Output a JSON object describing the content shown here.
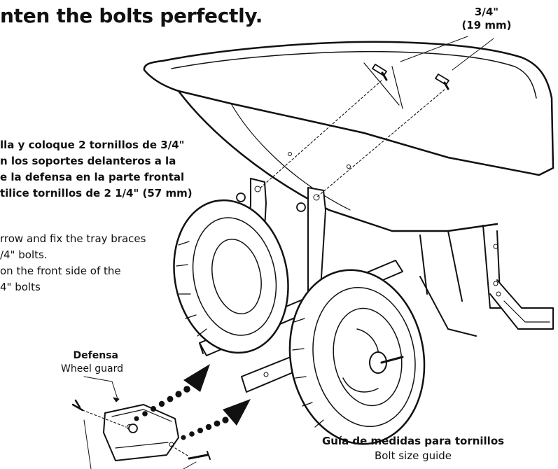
{
  "heading": "nten the bolts perfectly.",
  "bolt_size": {
    "imperial": "3/4\"",
    "metric": "(19 mm)"
  },
  "instructions_es": [
    "lla y coloque 2 tornillos de 3/4\"",
    "n los soportes delanteros a la",
    "e la defensa en la parte frontal",
    "tilice tornillos de 2 1/4\" (57 mm)"
  ],
  "instructions_en": [
    "rrow and fix the tray braces",
    "/4\" bolts.",
    "on the front side of the",
    "4\" bolts"
  ],
  "wheel_guard": {
    "label_es": "Defensa",
    "label_en": "Wheel guard"
  },
  "bolt_guide": {
    "label_es": "Guía de medidas para tornillos",
    "label_en": "Bolt size guide"
  },
  "icons": [
    "bolt-icon",
    "wheelbarrow-illustration",
    "wheel-guard-illustration",
    "direction-arrow-icon"
  ],
  "colors": {
    "ink": "#111111",
    "paper": "#ffffff",
    "shade": "#e6e6e6"
  }
}
